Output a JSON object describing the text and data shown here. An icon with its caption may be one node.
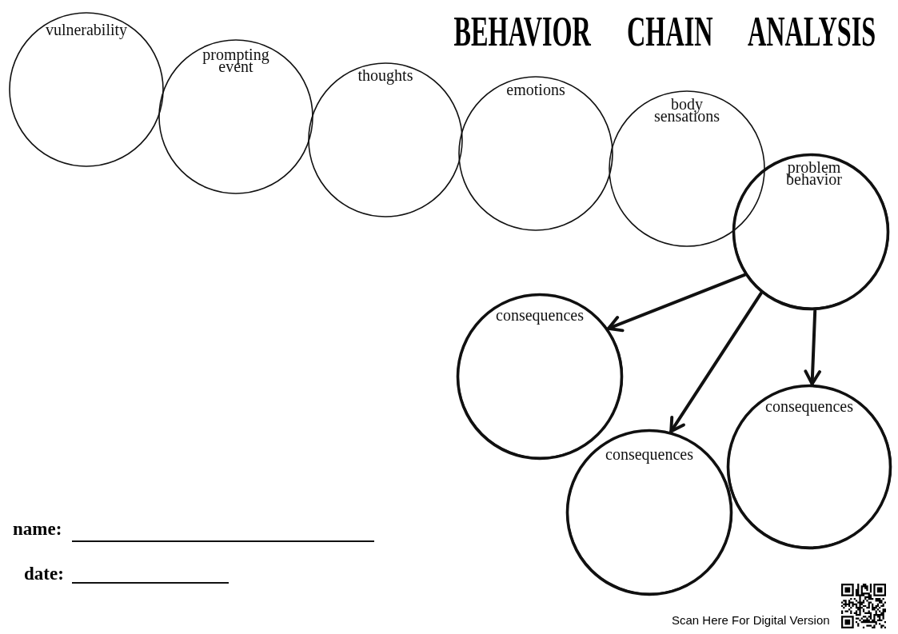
{
  "diagram": {
    "title": "BEHAVIOR CHAIN ANALYSIS",
    "nodes": [
      {
        "text": [
          "vulnerability"
        ]
      },
      {
        "text": [
          "prompting event"
        ]
      },
      {
        "text": [
          "thoughts"
        ]
      },
      {
        "text": [
          "emotions"
        ]
      },
      {
        "text": [
          "body sensations"
        ]
      },
      {
        "text": [
          "problem behavior"
        ]
      },
      {
        "text": [
          "consequences"
        ]
      },
      {
        "text": [
          "consequences"
        ]
      },
      {
        "text": [
          "consequences"
        ]
      }
    ],
    "edges": [
      {
        "from": 5,
        "to": 6,
        "arrow": "to"
      },
      {
        "from": 5,
        "to": 7,
        "arrow": "to"
      },
      {
        "from": 5,
        "to": 8,
        "arrow": "to"
      }
    ],
    "labels": [
      "name:",
      "date:",
      "Scan Here For Digital Version"
    ]
  }
}
